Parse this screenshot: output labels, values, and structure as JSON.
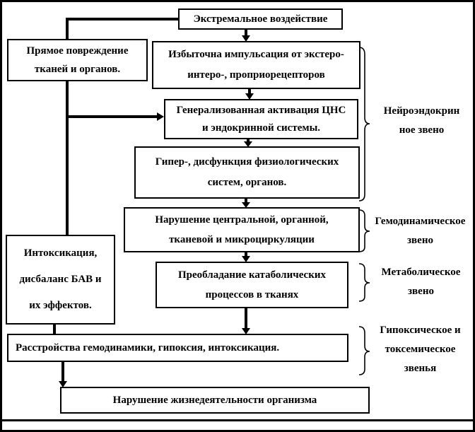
{
  "boxes": {
    "extreme_impact": "Экстремальное воздействие",
    "direct_damage": "Прямое повреждение\nтканей и органов.",
    "excess_impulses": "Избыточна импульсация от экстеро-\nинтеро-, проприорецепторов",
    "cns_activation": "Генерализованная активация ЦНС\nи эндокринной системы.",
    "hyper_dysfunction": "Гипер-, дисфункция физиологических\nсистем, органов.",
    "circulation_disruption": "Нарушение центральной, органной,\nтканевой и микроциркуляции",
    "intoxication": "Интоксикация,\nдисбаланс БАВ и\nих эффектов.",
    "catabolic_processes": "Преобладание катаболических\nпроцессов в тканях",
    "hemodynamic_disorders": "Расстройства гемодинамики, гипоксия, интоксикация.",
    "vital_activity_disruption": "Нарушение жизнедеятельности организма"
  },
  "side_labels": {
    "neuroendocrine": "Нейроэндокрин\nное звено",
    "hemodynamic": "Гемодинамическое\nзвено",
    "metabolic": "Метаболическое\nзвено",
    "hypoxic_toxemic": "Гипоксическое и\nтоксемическое\nзвенья"
  },
  "colors": {
    "line": "#000000",
    "background": "#ffffff",
    "text": "#000000"
  }
}
